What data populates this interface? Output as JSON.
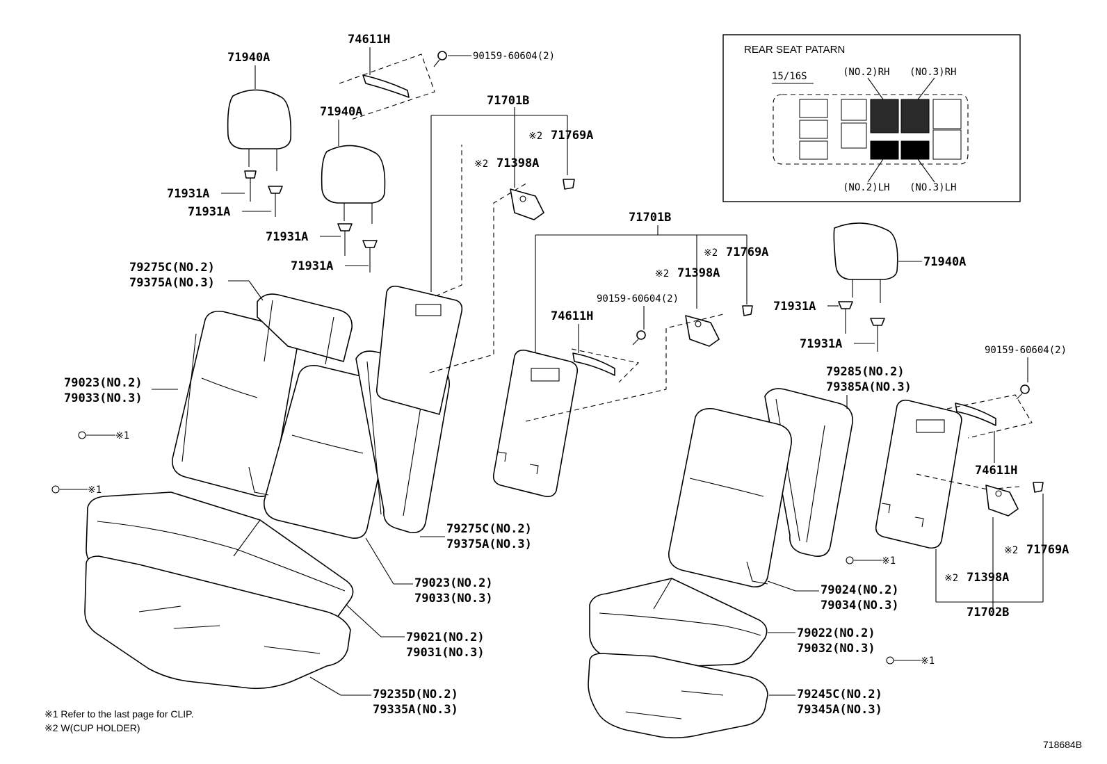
{
  "labels": {
    "headrest_1": "71940A",
    "headrest_2": "71940A",
    "headrest_3": "71940A",
    "support_1a": "71931A",
    "support_1b": "71931A",
    "support_2a": "71931A",
    "support_2b": "71931A",
    "support_3a": "71931A",
    "support_3b": "71931A",
    "handle_1": "74611H",
    "handle_2": "74611H",
    "handle_3": "74611H",
    "screw_1": "90159-60604(2)",
    "screw_2": "90159-60604(2)",
    "screw_3": "90159-60604(2)",
    "board_1": "71701B",
    "board_2": "71701B",
    "board_3": "71702B",
    "holder_1": "71398A",
    "holder_2": "71398A",
    "holder_3": "71398A",
    "clip_1": "71769A",
    "clip_2": "71769A",
    "clip_3": "71769A",
    "ref2": "※2",
    "ref1": "※1",
    "back_cover_top_l1": "79275C(NO.2)",
    "back_cover_top_l2": "79375A(NO.3)",
    "back_cover_mid_l1": "79275C(NO.2)",
    "back_cover_mid_l2": "79375A(NO.3)",
    "back_pad_left_l1": "79023(NO.2)",
    "back_pad_left_l2": "79033(NO.3)",
    "back_pad_mid_l1": "79023(NO.2)",
    "back_pad_mid_l2": "79033(NO.3)",
    "cushion_cover_l1": "79021(NO.2)",
    "cushion_cover_l2": "79031(NO.3)",
    "cushion_pad_l1": "79235D(NO.2)",
    "cushion_pad_l2": "79335A(NO.3)",
    "right_back_cover_l1": "79285(NO.2)",
    "right_back_cover_l2": "79385A(NO.3)",
    "right_back_pad_l1": "79024(NO.2)",
    "right_back_pad_l2": "79034(NO.3)",
    "right_cushion_cover_l1": "79022(NO.2)",
    "right_cushion_cover_l2": "79032(NO.3)",
    "right_cushion_pad_l1": "79245C(NO.2)",
    "right_cushion_pad_l2": "79345A(NO.3)"
  },
  "inset": {
    "title": "REAR SEAT PATARN",
    "variant": "15/16S",
    "no2_rh": "(NO.2)RH",
    "no3_rh": "(NO.3)RH",
    "no2_lh": "(NO.2)LH",
    "no3_lh": "(NO.3)LH"
  },
  "footnotes": {
    "note1": "※1  Refer to the last page for CLIP.",
    "note2": "※2  W(CUP  HOLDER)"
  },
  "diagram_id": "718684B"
}
